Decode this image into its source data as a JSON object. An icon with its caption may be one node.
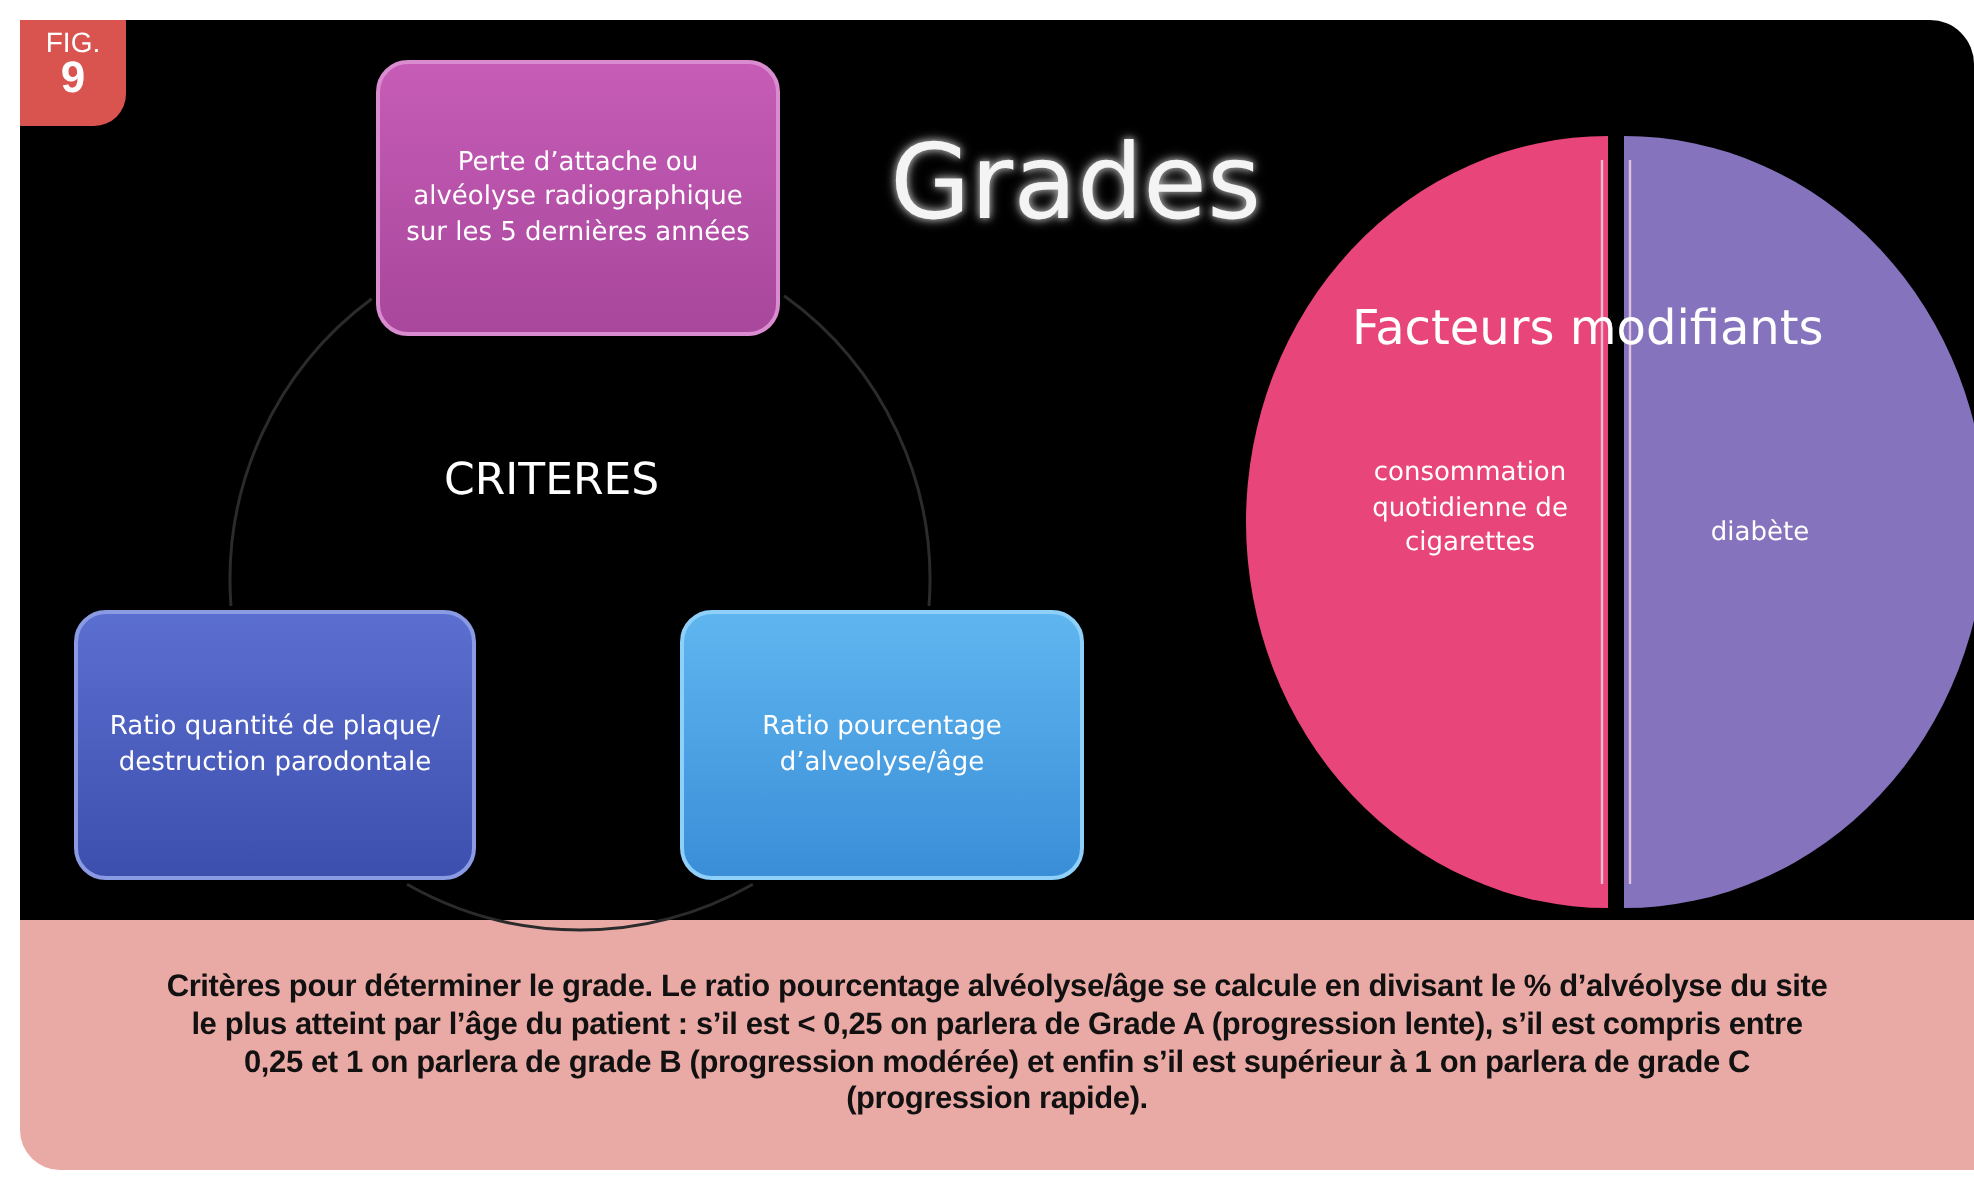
{
  "diagram": {
    "title": "Grades",
    "caption": "Critères pour déterminer le grade. Le ratio pourcentage alvéolyse/âge se calcule en divisant le % d’alvéolyse du site le plus atteint par l’âge du patient : s’il est < 0,25 on parlera de Grade A (progression lente), s’il est compris entre 0,25 et 1 on parlera de grade B (progression modérée) et enfin s’il est supérieur à 1 on parlera de grade C (progression rapide).",
    "nodes": [
      {
        "text": [
          "Perte d’attache ou alvéolyse radiographique sur les 5 dernières années"
        ]
      },
      {
        "text": [
          "Ratio pourcentage d’alveolyse/âge"
        ]
      },
      {
        "text": [
          "Ratio quantité de plaque/ destruction parodontale"
        ]
      },
      {
        "text": [
          "consommation quotidienne de cigarettes"
        ]
      },
      {
        "text": [
          "diabète"
        ]
      }
    ],
    "edges": [
      {
        "from": 0,
        "to": 1,
        "arrow": "none"
      },
      {
        "from": 1,
        "to": 2,
        "arrow": "none"
      },
      {
        "from": 2,
        "to": 0,
        "arrow": "none"
      }
    ],
    "labels": [
      "FIG.",
      "9",
      "CRITERES",
      "Facteurs modifiants"
    ]
  }
}
